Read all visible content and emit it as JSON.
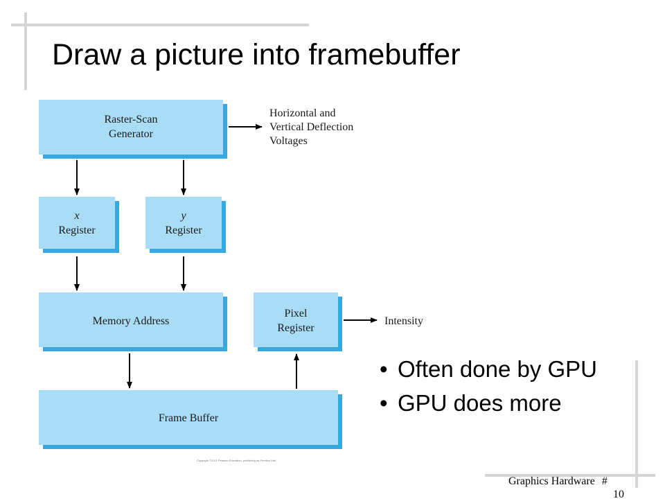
{
  "slide": {
    "title": "Draw a picture into framebuffer",
    "footer": {
      "label": "Graphics Hardware",
      "number_prefix": "#",
      "number": "10"
    },
    "bullets": [
      {
        "marker": "•",
        "text": "Often done by GPU"
      },
      {
        "marker": "•",
        "text": "GPU does more"
      }
    ]
  },
  "diagram": {
    "colors": {
      "box_fill": "#a9dcf5",
      "box_shadow": "#3aa8e0",
      "arrow": "#000000"
    },
    "boxes": {
      "raster_scan": {
        "lines": [
          "Raster-Scan",
          "Generator"
        ]
      },
      "x_register": {
        "lines": [
          "x",
          "Register"
        ]
      },
      "y_register": {
        "lines": [
          "y",
          "Register"
        ]
      },
      "memory_address": {
        "lines": [
          "Memory Address"
        ]
      },
      "pixel_register": {
        "lines": [
          "Pixel",
          "Register"
        ]
      },
      "frame_buffer": {
        "lines": [
          "Frame Buffer"
        ]
      }
    },
    "outputs": {
      "deflection": [
        "Horizontal and",
        "Vertical Deflection",
        "Voltages"
      ],
      "intensity": "Intensity"
    },
    "copyright": "Copyright ©2011 Pearson Education, publishing as Prentice Hall"
  }
}
